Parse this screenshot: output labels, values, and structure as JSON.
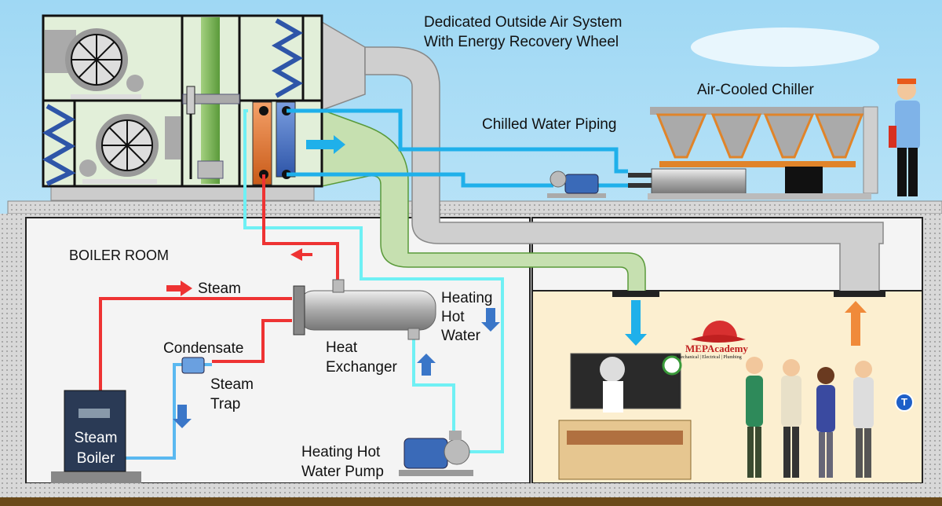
{
  "labels": {
    "doas_line1": "Dedicated Outside Air System",
    "doas_line2": "With Energy Recovery Wheel",
    "chiller": "Air-Cooled Chiller",
    "chilled_water": "Chilled Water Piping",
    "boiler_room": "BOILER ROOM",
    "steam": "Steam",
    "heating_hot_water": [
      "Heating",
      "Hot",
      "Water"
    ],
    "condensate": "Condensate",
    "heat_exchanger": [
      "Heat",
      "Exchanger"
    ],
    "steam_trap": [
      "Steam",
      "Trap"
    ],
    "steam_boiler": [
      "Steam",
      "Boiler"
    ],
    "hw_pump": [
      "Heating Hot",
      "Water Pump"
    ]
  },
  "logo": {
    "name": "MEPAcademy",
    "tagline": "Mechanical | Electrical | Plumbing"
  },
  "badge": "T",
  "colors": {
    "sky": "#bfe6f8",
    "steam": "#ee3333",
    "chilled_water": "#1fb0ea",
    "heating_water": "#6ff0f4",
    "supply_duct": "#c6e0b0",
    "exhaust_duct": "#cccccc",
    "classroom": "#fcefd0",
    "arrow_blue": "#3a76c8",
    "arrow_orange": "#f08a3a"
  }
}
